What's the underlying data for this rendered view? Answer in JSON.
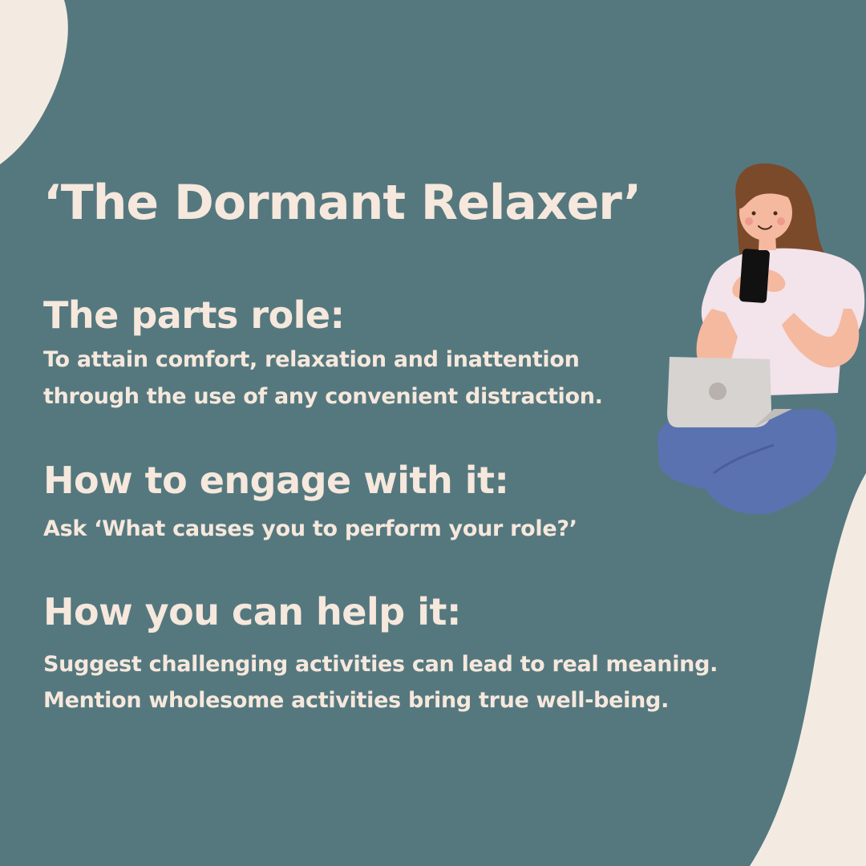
{
  "title": "‘The Dormant Relaxer’",
  "sections": [
    {
      "heading": "The parts role:",
      "lines": [
        "To attain comfort, relaxation and inattention",
        "through the use of any convenient distraction."
      ]
    },
    {
      "heading": "How to engage with it:",
      "lines": [
        "Ask ‘What causes you to perform your role?’"
      ]
    },
    {
      "heading": "How you can help it:",
      "lines": [
        "Suggest challenging activities can lead to real meaning.",
        "Mention wholesome activities bring true well-being."
      ]
    }
  ],
  "colors": {
    "background": "#55787f",
    "text": "#f6e8dc",
    "blob": "#f3ebe2"
  }
}
